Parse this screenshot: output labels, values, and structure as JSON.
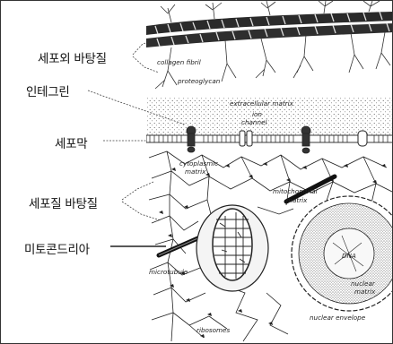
{
  "korean_labels": {
    "extracellular_matrix": "세포외 바탕질",
    "integrin": "인테그린",
    "cell_membrane": "세포막",
    "cytoplasmic_matrix": "세포질 바탕질",
    "mitochondria": "미토콘드리아"
  },
  "diagram_labels": {
    "collagen_fibril": "collagen fibril",
    "proteoglycan": "proteoglycan",
    "extracellular_matrix": "extracellular matrix",
    "ion_channel_1": "ion",
    "ion_channel_2": "channel",
    "cytoplasmic_matrix_1": "cytoplasmic",
    "cytoplasmic_matrix_2": "matrix",
    "mitochondrial_matrix_1": "mitochondrial",
    "mitochondrial_matrix_2": "matrix",
    "microtubule": "microtubule",
    "dna": "DNA",
    "nuclear_matrix_1": "nuclear",
    "nuclear_matrix_2": "matrix",
    "nuclear_envelope": "nuclear envelope",
    "ribosomes": "ribosomes"
  }
}
